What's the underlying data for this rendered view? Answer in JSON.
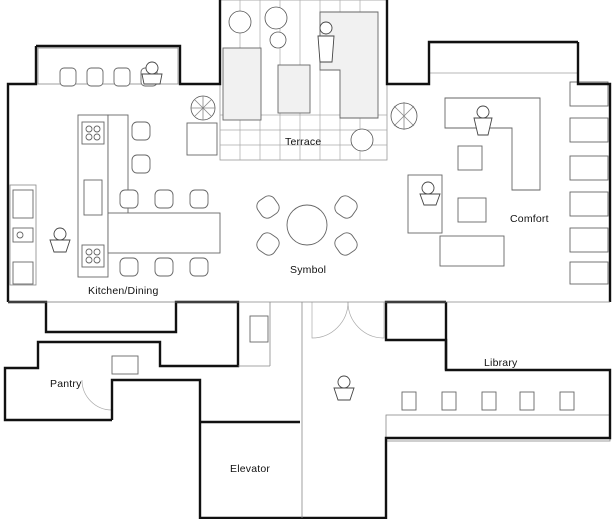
{
  "rooms": {
    "terrace": "Terrace",
    "comfort": "Comfort",
    "symbol": "Symbol",
    "kitchen_dining": "Kitchen/Dining",
    "library": "Library",
    "pantry": "Pantry",
    "elevator": "Elevator"
  }
}
